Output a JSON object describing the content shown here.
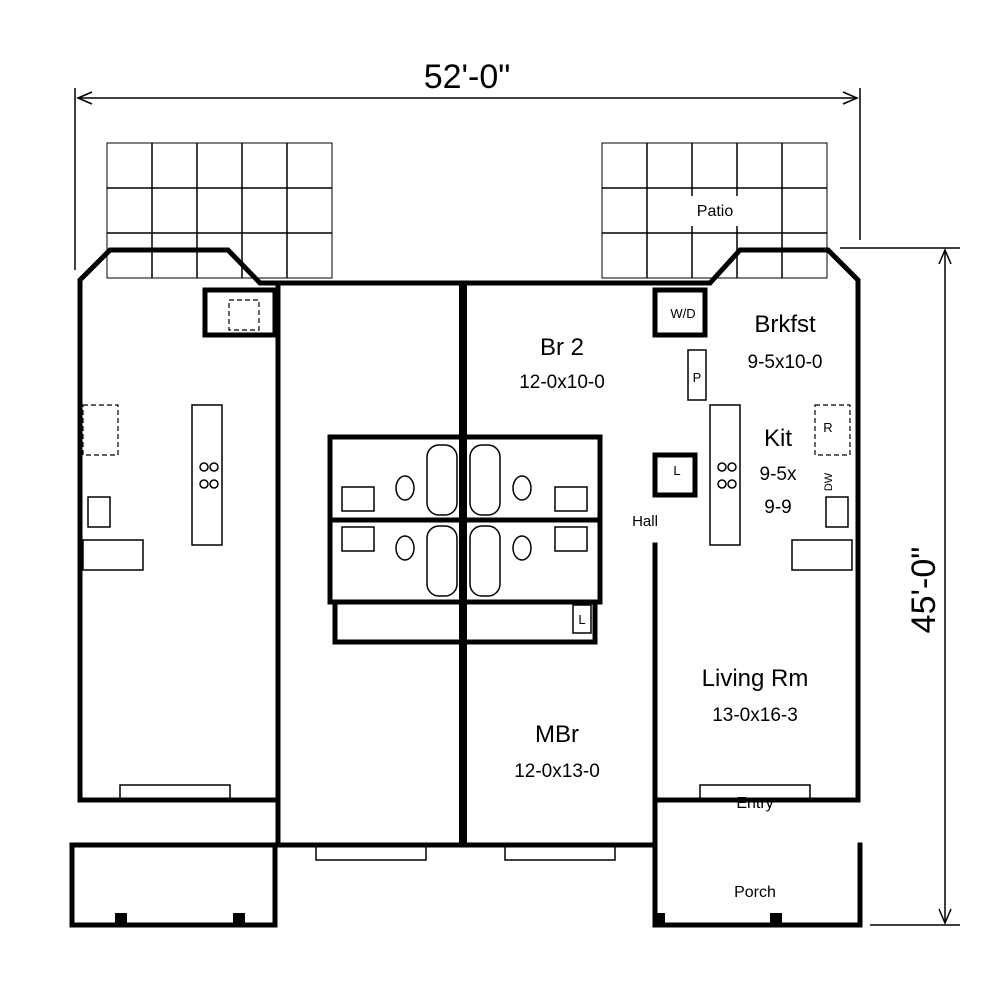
{
  "dimensions": {
    "width": "52'-0\"",
    "depth": "45'-0\""
  },
  "rooms": {
    "patio": "Patio",
    "br2": {
      "name": "Br 2",
      "size": "12-0x10-0"
    },
    "brkfst": {
      "name": "Brkfst",
      "size": "9-5x10-0"
    },
    "kit": {
      "name": "Kit",
      "size_line1": "9-5x",
      "size_line2": "9-9"
    },
    "hall": "Hall",
    "living": {
      "name": "Living Rm",
      "size": "13-0x16-3"
    },
    "mbr": {
      "name": "MBr",
      "size": "12-0x13-0"
    },
    "entry": "Entry",
    "porch": "Porch"
  },
  "fixtures": {
    "washer_dryer": "W/D",
    "pantry": "P",
    "refrigerator": "R",
    "dishwasher": "DW",
    "linen_1": "L",
    "linen_2": "L"
  }
}
